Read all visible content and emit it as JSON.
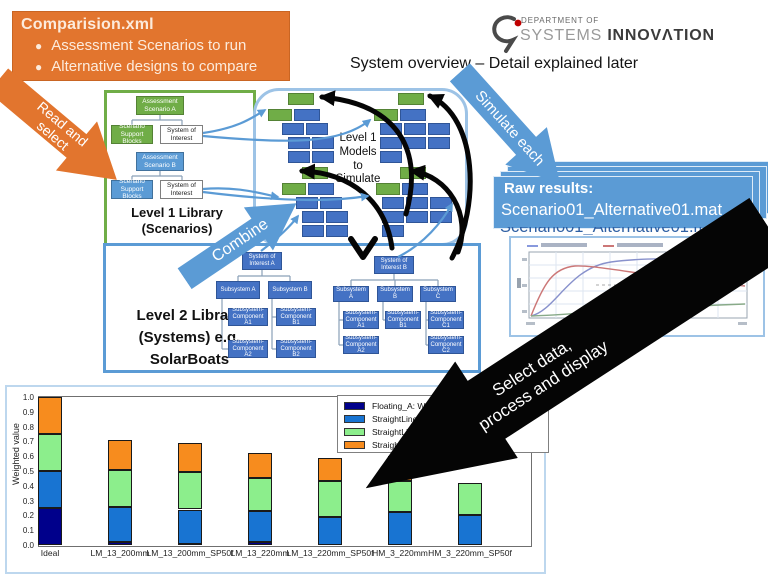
{
  "comparison_box": {
    "title": "Comparision.xml",
    "bullets": [
      "Assessment Scenarios to run",
      "Alternative designs to compare"
    ]
  },
  "logo": {
    "dept": "DEPARTMENT OF",
    "systems": "SYSTEMS",
    "innovation": "INNOVΛTION"
  },
  "subtitle": "System overview – Detail explained later",
  "arrows": {
    "read_select": "Read and select",
    "simulate": "Simulate each",
    "combine": "Combine",
    "select_line1": "Select data,",
    "select_line2": "process and display"
  },
  "level1": {
    "scenario_a": "Assessment Scenario A",
    "support_a": "Scenario Support Blocks",
    "soi_a": "System of Interest",
    "scenario_b": "Assessment Scenario B",
    "support_b": "Scenario Support Blocks",
    "soi_b": "System of Interest",
    "caption1": "Level 1 Library",
    "caption2": "(Scenarios)"
  },
  "center_box": {
    "line1": "Level 1",
    "line2": "Models",
    "line3": "to",
    "line4": "Simulate"
  },
  "raw_results": {
    "title": "Raw results:",
    "filename": "Scenario01_Alternative01.mat"
  },
  "level2": {
    "caption1": "Level 2 Library",
    "caption2": "(Systems) e.g.",
    "caption3": "SolarBoats",
    "a_root": "System of Interest A",
    "a_sub_a": "Subsystem A",
    "a_sub_b": "Subsystem B",
    "a_comp_a1": "Subsystem-Component A1",
    "a_comp_a2": "Subsystem-Component A2",
    "a_comp_b1": "Subsystem-Component B1",
    "a_comp_b2": "Subsystem-Component B2",
    "b_root": "System of Interest B",
    "b_sub_a": "Subsystem A",
    "b_sub_b": "Subsystem B",
    "b_sub_c": "Subsystem C",
    "b_comp_a1": "Subsystem-Component A1",
    "b_comp_a2": "Subsystem-Component A2",
    "b_comp_b1": "Subsystem-Component B1",
    "b_comp_c1": "Subsystem-Component C1",
    "b_comp_c2": "Subsystem-Component C2"
  },
  "colors": {
    "orange": "#E2752E",
    "blue": "#5B9BD5",
    "green_node": "#70AD47",
    "tree_blue": "#4472C4",
    "black_arrow": "#050505"
  },
  "chart_data": {
    "type": "bar",
    "stacked": true,
    "title": "",
    "xlabel": "",
    "ylabel": "Weighted value",
    "ylim": [
      0,
      1.0
    ],
    "yticks": [
      "0.0",
      "0.1",
      "0.2",
      "0.3",
      "0.4",
      "0.5",
      "0.6",
      "0.7",
      "0.8",
      "0.9",
      "1.0"
    ],
    "grid": false,
    "legend_position": "upper right",
    "categories": [
      "Ideal",
      "LM_13_200mm",
      "LM_13_200mm_SP50f",
      "LM_13_220mm",
      "LM_13_220mm_SP50f",
      "HM_3_220mm",
      "HM_3_220mm_SP50f"
    ],
    "series": [
      {
        "name": "Floating_A: Weight = 0.25",
        "color": "#00008B",
        "values": [
          0.25,
          0.02,
          0.01,
          0.02,
          0.0,
          0.0,
          0.0
        ]
      },
      {
        "name": "StraightLineBestSun_A: Weigh",
        "color": "#1874D2",
        "values": [
          0.25,
          0.24,
          0.23,
          0.21,
          0.19,
          0.22,
          0.2
        ]
      },
      {
        "name": "StraightLineAvSun_A: Wei",
        "color": "#8CEE8C",
        "values": [
          0.25,
          0.25,
          0.25,
          0.22,
          0.24,
          0.21,
          0.22
        ]
      },
      {
        "name": "StraightLineWorstS",
        "color": "#F78C1E",
        "values": [
          0.25,
          0.2,
          0.2,
          0.17,
          0.16,
          0.17,
          0.0
        ]
      }
    ]
  }
}
